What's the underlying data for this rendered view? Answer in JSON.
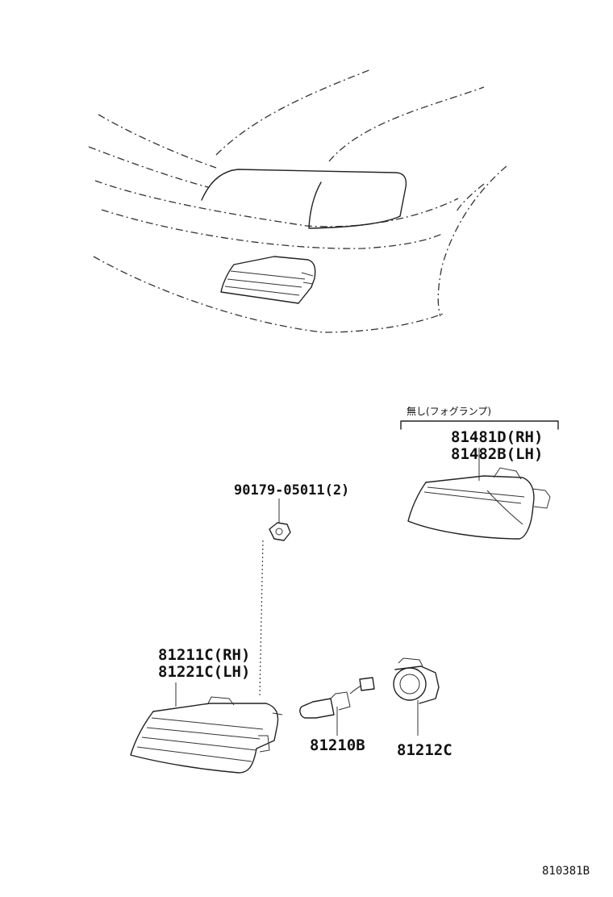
{
  "diagram": {
    "annotation_note": "無し(フォグランプ)",
    "parts": {
      "fog_lamp_assy_rh": "81481D(RH)",
      "fog_lamp_assy_lh": "81482B(LH)",
      "nut": "90179-05011(2)",
      "front_lamp_rh": "81211C(RH)",
      "front_lamp_lh": "81221C(LH)",
      "bulb": "81210B",
      "socket": "81212C"
    },
    "figure_code": "810381B"
  }
}
